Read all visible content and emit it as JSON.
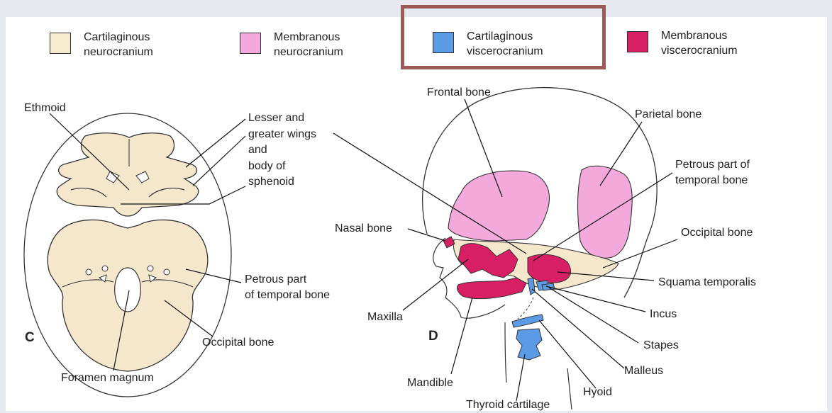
{
  "legend": [
    {
      "label": "Cartilaginous\nneurocranium",
      "color": "#f5ecd0"
    },
    {
      "label": "Membranous\nneurocranium",
      "color": "#f3a9dc"
    },
    {
      "label": "Cartilaginous\nviscerocranium",
      "color": "#5b9be6"
    },
    {
      "label": "Membranous\nviscerocranium",
      "color": "#d81f63"
    }
  ],
  "colors": {
    "cartilaginous_neurocranium": "#f5e7cc",
    "membranous_neurocranium": "#f3a9dc",
    "cartilaginous_viscerocranium": "#5b9be6",
    "membranous_viscerocranium": "#d81f63",
    "highlight_frame": "#9b5a55",
    "background": "#e6e9f0"
  },
  "panel_c": {
    "letter": "C",
    "labels": {
      "ethmoid": "Ethmoid",
      "wings": "Lesser and\ngreater wings\nand\nbody of\nsphenoid",
      "petrous": "Petrous part\nof temporal bone",
      "occipital": "Occipital bone",
      "foramen": "Foramen magnum"
    }
  },
  "panel_d": {
    "letter": "D",
    "labels": {
      "frontal": "Frontal bone",
      "parietal": "Parietal bone",
      "petrous": "Petrous part of\ntemporal bone",
      "occipital": "Occipital bone",
      "nasal": "Nasal bone",
      "squama": "Squama temporalis",
      "incus": "Incus",
      "maxilla": "Maxilla",
      "stapes": "Stapes",
      "malleus": "Malleus",
      "mandible": "Mandible",
      "hyoid": "Hyoid",
      "thyroid": "Thyroid cartilage"
    }
  }
}
